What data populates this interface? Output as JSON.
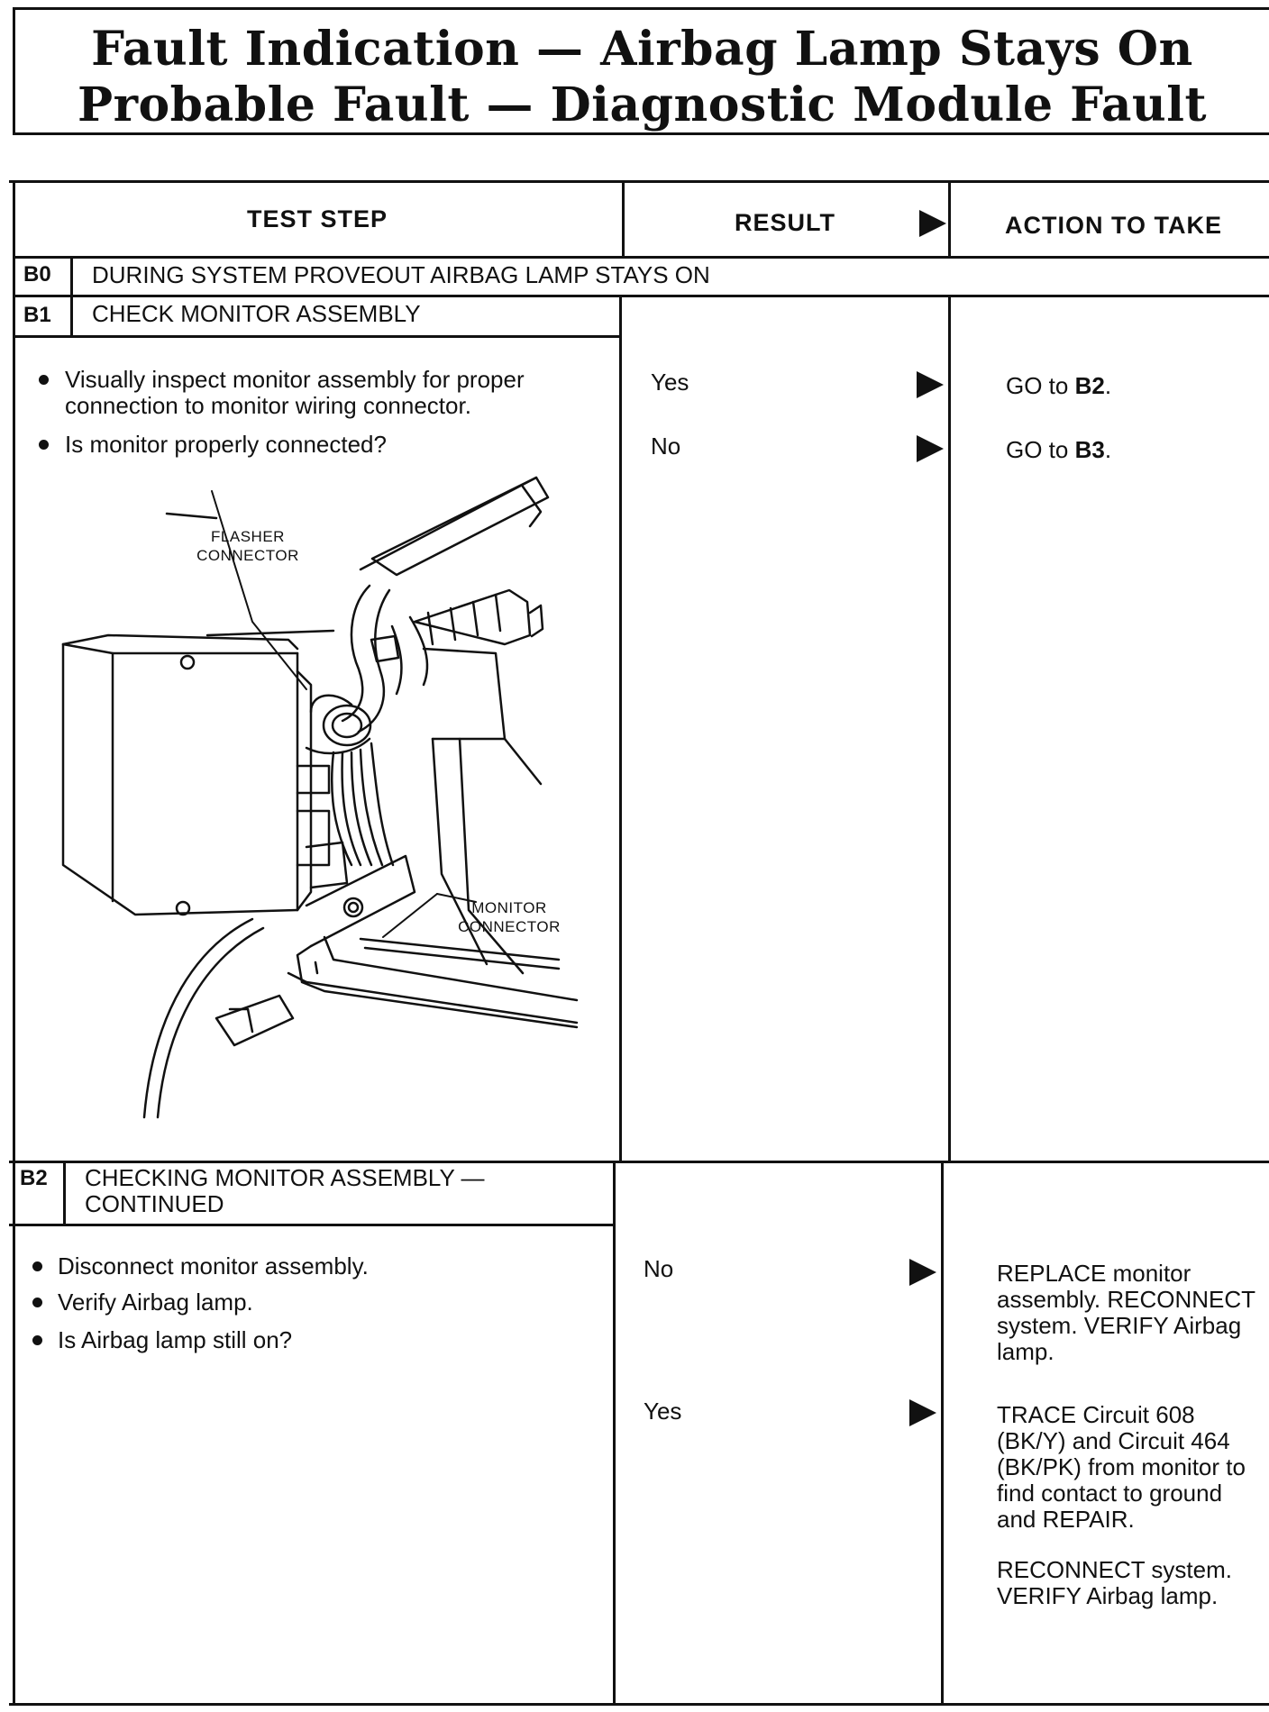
{
  "title": {
    "line1": "Fault Indication — Airbag Lamp Stays On",
    "line2": "Probable Fault — Diagnostic Module Fault"
  },
  "table": {
    "headers": {
      "test_step": "TEST STEP",
      "result": "RESULT",
      "action": "ACTION TO TAKE"
    },
    "b0": {
      "id": "B0",
      "text": "DURING SYSTEM PROVEOUT AIRBAG LAMP STAYS ON"
    },
    "b1": {
      "id": "B1",
      "title": "CHECK MONITOR ASSEMBLY",
      "bullets": [
        "Visually inspect monitor assembly for proper connection to monitor wiring connector.",
        "Is monitor properly connected?"
      ],
      "results": [
        {
          "result": "Yes",
          "action_prefix": "GO to ",
          "action_ref": "B2",
          "action_suffix": "."
        },
        {
          "result": "No",
          "action_prefix": "GO to ",
          "action_ref": "B3",
          "action_suffix": "."
        }
      ],
      "figure_labels": {
        "flasher": "FLASHER CONNECTOR",
        "monitor": "MONITOR CONNECTOR"
      }
    },
    "b2": {
      "id": "B2",
      "title": "CHECKING MONITOR ASSEMBLY — CONTINUED",
      "bullets": [
        "Disconnect monitor assembly.",
        "Verify Airbag lamp.",
        "Is Airbag lamp still on?"
      ],
      "results": [
        {
          "result": "No",
          "action": "REPLACE monitor assembly. RECONNECT system. VERIFY Airbag lamp."
        },
        {
          "result": "Yes",
          "action": "TRACE Circuit 608 (BK/Y) and Circuit 464 (BK/PK) from monitor to find contact to ground and REPAIR.",
          "action_2": "RECONNECT system. VERIFY Airbag lamp."
        }
      ]
    }
  }
}
